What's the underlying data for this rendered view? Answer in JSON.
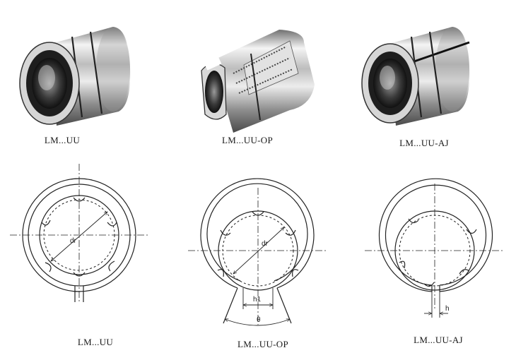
{
  "products": [
    {
      "id": "standard",
      "label": "LM...UU"
    },
    {
      "id": "open",
      "label": "LM...UU-OP"
    },
    {
      "id": "adjustable",
      "label": "LM...UU-AJ"
    }
  ],
  "drawings": [
    {
      "id": "standard",
      "label": "LM...UU",
      "dims": {
        "bore": "dr"
      }
    },
    {
      "id": "open",
      "label": "LM...UU-OP",
      "dims": {
        "bore": "dr",
        "opening": "h1",
        "angle": "θ"
      }
    },
    {
      "id": "adjustable",
      "label": "LM...UU-AJ",
      "dims": {
        "slit": "h"
      }
    }
  ]
}
